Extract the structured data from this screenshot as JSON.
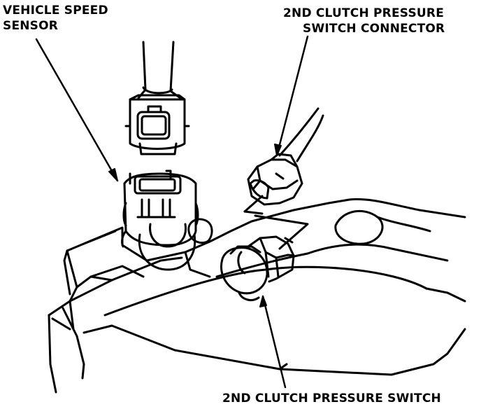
{
  "labels": {
    "vehicle_speed_sensor": [
      "VEHICLE SPEED",
      "SENSOR"
    ],
    "clutch_switch_connector": [
      "2ND CLUTCH PRESSURE",
      "SWITCH CONNECTOR"
    ],
    "clutch_switch": "2ND CLUTCH PRESSURE SWITCH"
  },
  "colors": {
    "ink": "#000000",
    "paper": "#ffffff"
  }
}
